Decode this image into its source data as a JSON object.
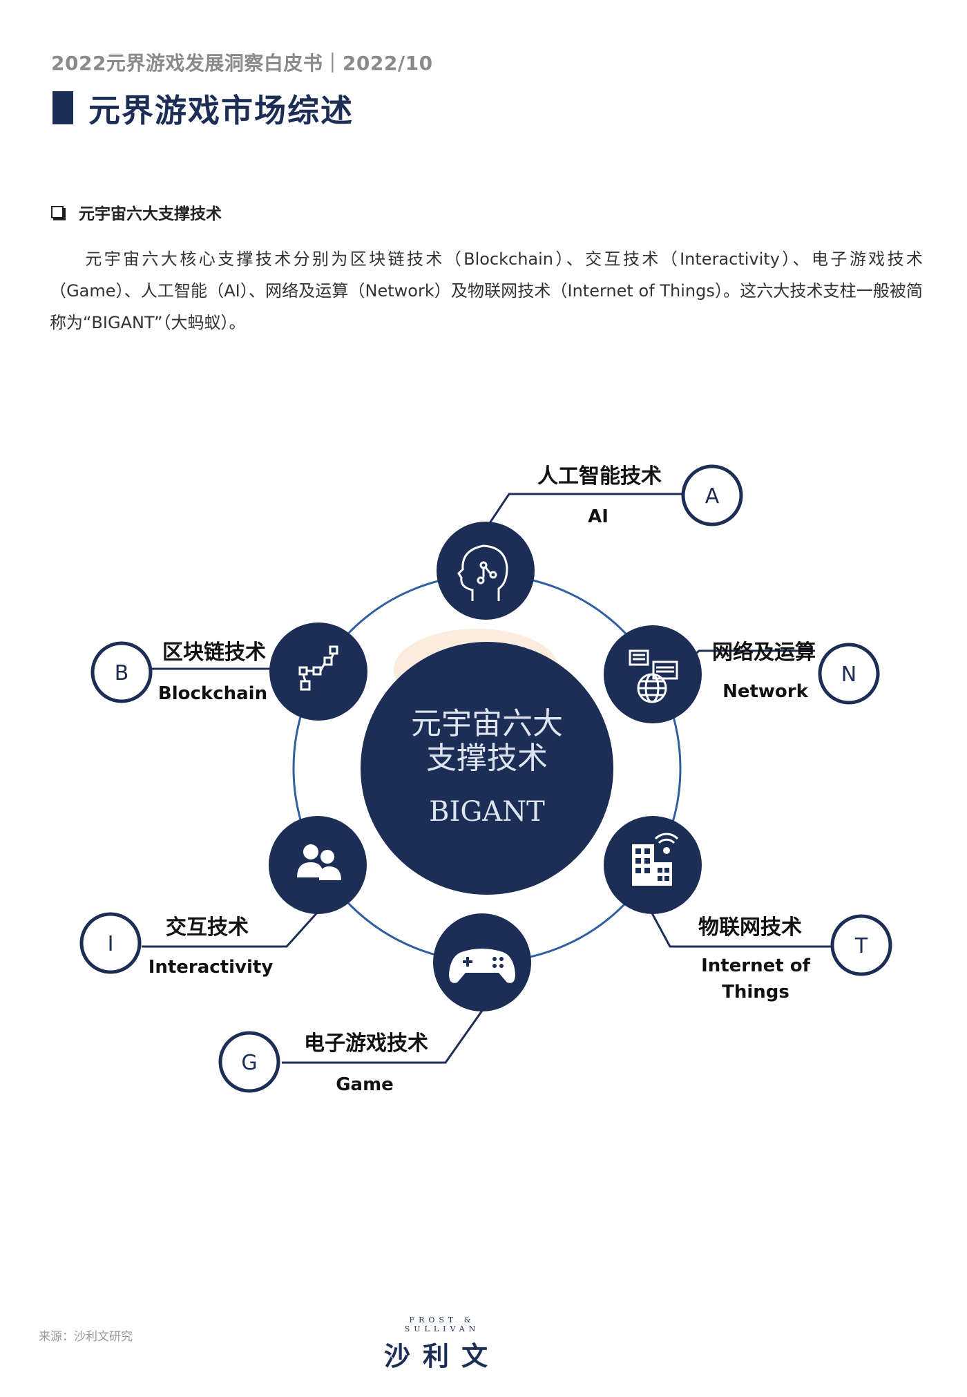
{
  "header": {
    "doc_title": "2022元界游戏发展洞察白皮书｜2022/10",
    "page_title": "元界游戏市场综述"
  },
  "section": {
    "heading": "元宇宙六大支撑技术",
    "paragraph": "元宇宙六大核心支撑技术分别为区块链技术（Blockchain）、交互技术（Interactivity）、电子游戏技术（Game）、人工智能（AI）、网络及运算（Network）及物联网技术（Internet of Things）。这六大技术支柱一般被简称为“BIGANT”（大蚂蚁）。"
  },
  "diagram": {
    "center_line1": "元宇宙六大",
    "center_line2": "支撑技术",
    "center_line3": "BIGANT",
    "colors": {
      "navy": "#1c2e55",
      "ring": "#2f5f9e"
    },
    "nodes": [
      {
        "letter": "A",
        "cn": "人工智能技术",
        "en": "AI",
        "icon": "ai-head-icon"
      },
      {
        "letter": "N",
        "cn": "网络及运算",
        "en": "Network",
        "icon": "network-globe-icon"
      },
      {
        "letter": "T",
        "cn": "物联网技术",
        "en_line1": "Internet of",
        "en_line2": "Things",
        "icon": "iot-building-icon"
      },
      {
        "letter": "G",
        "cn": "电子游戏技术",
        "en": "Game",
        "icon": "gamepad-icon"
      },
      {
        "letter": "I",
        "cn": "交互技术",
        "en": "Interactivity",
        "icon": "users-icon"
      },
      {
        "letter": "B",
        "cn": "区块链技术",
        "en": "Blockchain",
        "icon": "blockchain-icon"
      }
    ]
  },
  "footer": {
    "source": "来源：沙利文研究",
    "logo_en": "FROST & SULLIVAN",
    "logo_cn": "沙利文"
  }
}
